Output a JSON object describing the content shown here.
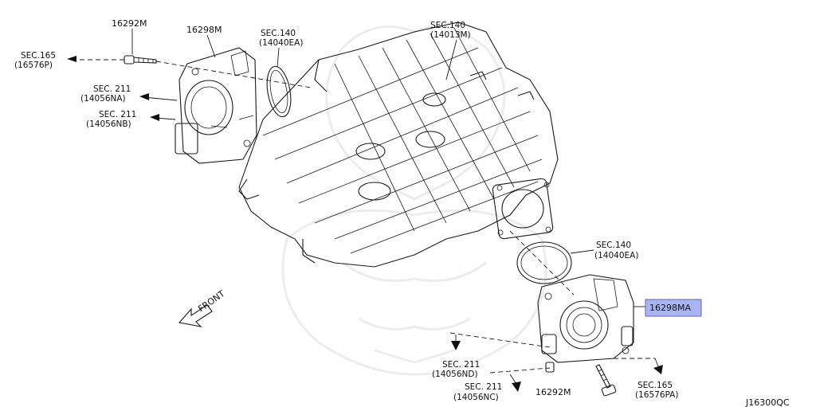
{
  "labels": {
    "bolt_top": "16292M",
    "throttle_top": "16298M",
    "gasket_top_sec": "SEC.140",
    "gasket_top_num": "(14040EA)",
    "manifold_sec": "SEC.140",
    "manifold_num": "(14013M)",
    "sec165_top_sec": "SEC.165",
    "sec165_top_num": "(16576P)",
    "sec211_na_sec": "SEC. 211",
    "sec211_na_num": "(14056NA)",
    "sec211_nb_sec": "SEC. 211",
    "sec211_nb_num": "(14056NB)",
    "front": "FRONT",
    "gasket_bottom_sec": "SEC.140",
    "gasket_bottom_num": "(14040EA)",
    "throttle_bottom": "16298MA",
    "sec211_nd_sec": "SEC. 211",
    "sec211_nd_num": "(14056ND)",
    "sec211_nc_sec": "SEC. 211",
    "sec211_nc_num": "(14056NC)",
    "bolt_bottom": "16292M",
    "sec165_bottom_sec": "SEC.165",
    "sec165_bottom_num": "(16576PA)",
    "diagram_code": "J16300QC"
  },
  "colors": {
    "highlight": "#a9b4f2",
    "line": "#1a1a1a",
    "watermark": "#ececec"
  }
}
